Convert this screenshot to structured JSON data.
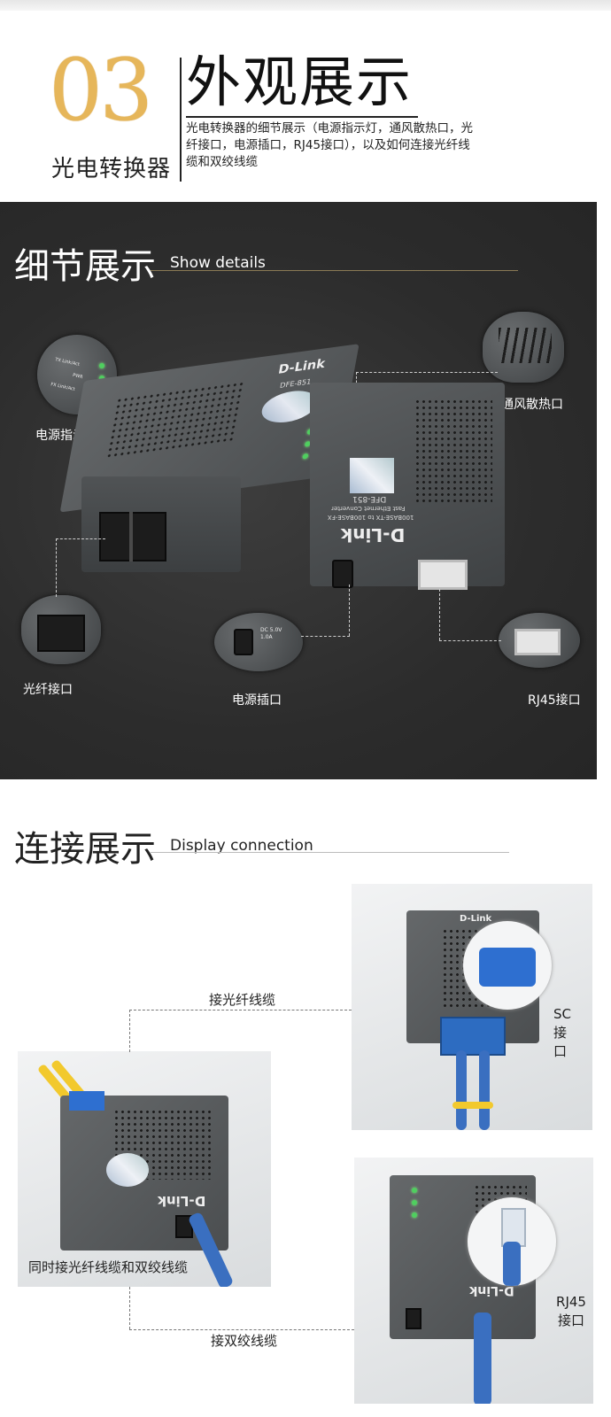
{
  "header": {
    "number": "03",
    "product_name": "光电转换器",
    "title": "外观展示",
    "description": "光电转换器的细节展示（电源指示灯，通风散热口，光纤接口，电源插口，RJ45接口），以及如何连接光纤线缆和双绞线缆"
  },
  "details": {
    "title": "细节展示",
    "subtitle": "Show details",
    "labels": {
      "power_led": "电源指示灯",
      "vent": "通风散热口",
      "fiber_port": "光纤接口",
      "power_jack": "电源插口",
      "rj45": "RJ45接口"
    },
    "device": {
      "brand": "D-Link",
      "model": "DFE-851",
      "spec": "100BASE-TX to 100BASE-FX",
      "type": "Fast Ethernet Converter",
      "led_tx": "TX Link/Act",
      "led_pwr": "PWR",
      "led_fx": "FX Link/Act",
      "power_spec": "DC 5.0V 1.0A"
    }
  },
  "connection": {
    "title": "连接展示",
    "subtitle": "Display connection",
    "labels": {
      "fiber_cable": "接光纤线缆",
      "both_cables": "同时接光纤线缆和双绞线缆",
      "twisted_cable": "接双绞线缆",
      "sc_port": "SC接口",
      "rj45_port": "RJ45接口"
    }
  },
  "colors": {
    "accent_gold": "#e6b65a",
    "dark_bg": "#2e2e2e",
    "led_green": "#4fcf5f",
    "cable_blue": "#3a6fc0",
    "cable_yellow": "#f2c92d"
  }
}
